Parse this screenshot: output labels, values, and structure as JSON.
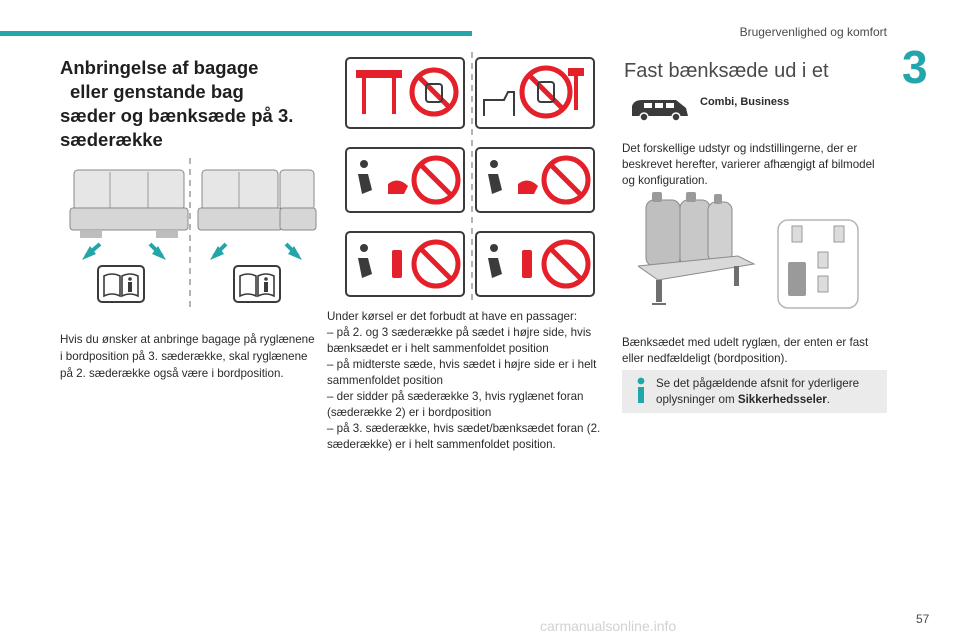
{
  "header": {
    "running_head": "Brugervenlighed og komfort",
    "chapter": "3",
    "page_number": "57"
  },
  "watermark": "carmanualsonline.info",
  "col1": {
    "title_lines": [
      "Anbringelse af bagage",
      "eller genstande bag",
      "sæder og bænksæde på 3.",
      "sæderække"
    ],
    "body": "Hvis du ønsker at anbringe bagage på ryglænene i bordposition på 3. sæderække, skal ryglænene på 2. sæderække også være i bordposition."
  },
  "col2": {
    "lines": [
      "Under kørsel er det forbudt at have en passager:",
      "–  på 2. og 3 sæderække på sædet i højre side, hvis bænksædet er i helt sammenfoldet position",
      "–  på midterste sæde, hvis sædet i højre side er i helt sammenfoldet position",
      "–  der sidder på sæderække 3, hvis ryglænet foran (sæderække 2) er i bordposition",
      "–  på 3. sæderække, hvis sædet/bænksædet foran (2. sæderække) er i helt sammenfoldet position."
    ]
  },
  "col3": {
    "title": "Fast bænksæde ud i et",
    "variant": "Combi, Business",
    "text1": "Det forskellige udstyr og indstillingerne, der er beskrevet herefter, varierer afhængigt af bilmodel og konfiguration.",
    "text2": "Bænksædet med udelt ryglæn, der enten er fast eller nedfældeligt (bordposition).",
    "info_prefix": "Se det pågældende afsnit for yderligere oplysninger om ",
    "info_bold": "Sikkerhedsseler",
    "info_suffix": "."
  },
  "colors": {
    "accent": "#22a6a9",
    "prohibit_red": "#e4202a",
    "seat_red": "#e4202a",
    "info_bg": "#ebebeb"
  }
}
